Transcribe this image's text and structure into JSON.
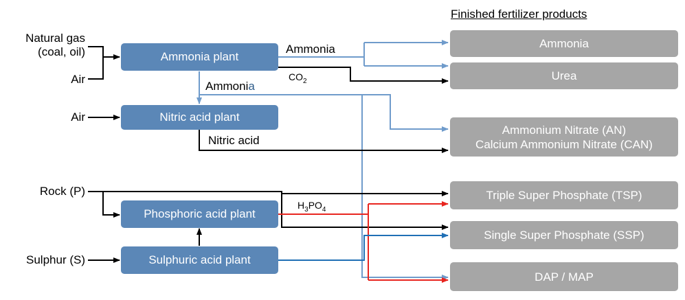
{
  "heading": "Finished fertilizer products",
  "inputs": {
    "natural_gas_line1": "Natural gas",
    "natural_gas_line2": "(coal, oil)",
    "air_1": "Air",
    "air_2": "Air",
    "rock": "Rock (P)",
    "sulphur": "Sulphur (S)"
  },
  "plants": {
    "ammonia": "Ammonia plant",
    "nitric": "Nitric acid plant",
    "phosphoric": "Phosphoric acid plant",
    "sulphuric": "Sulphuric acid plant"
  },
  "flows": {
    "ammonia_top": "Ammonia",
    "co2_main": "CO",
    "co2_sub": "2",
    "ammonia_mid_main": "Ammoni",
    "ammonia_mid_tail": "a",
    "nitric_acid": "Nitric acid",
    "h3po4_h": "H",
    "h3po4_3": "3",
    "h3po4_po": "PO",
    "h3po4_4": "4"
  },
  "products": {
    "ammonia": "Ammonia",
    "urea": "Urea",
    "an_line1": "Ammonium Nitrate (AN)",
    "an_line2": "Calcium Ammonium Nitrate (CAN)",
    "tsp": "Triple Super Phosphate (TSP)",
    "ssp": "Single Super Phosphate (SSP)",
    "dap": "DAP / MAP"
  },
  "colors": {
    "plant": "#5b87b7",
    "product": "#a6a6a6",
    "ammonia_flow": "#6f9bcb",
    "phosphoric_flow": "#e8251f",
    "sulphuric_flow": "#1f6fb5",
    "black_flow": "#000000"
  }
}
